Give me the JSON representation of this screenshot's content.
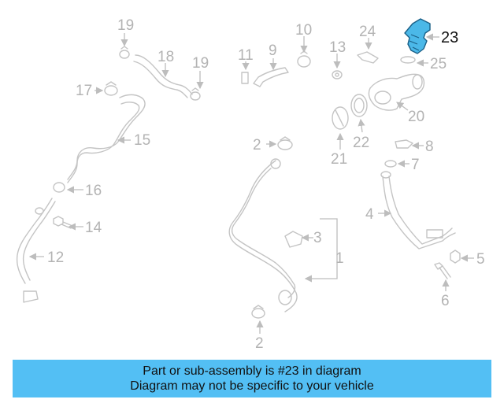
{
  "diagram": {
    "callouts": [
      "19",
      "18",
      "19",
      "17",
      "15",
      "16",
      "14",
      "12",
      "11",
      "9",
      "10",
      "13",
      "24",
      "23",
      "25",
      "20",
      "21",
      "22",
      "8",
      "7",
      "2",
      "3",
      "1",
      "2",
      "4",
      "5",
      "6"
    ],
    "highlighted_part": "23",
    "colors": {
      "highlight_part": "#4bb8e8",
      "banner": "#53bff4",
      "linework": "#c4c4c4"
    }
  },
  "banner": {
    "line1": "Part or sub-assembly is #23 in diagram",
    "line2": "Diagram may not be specific to your vehicle"
  }
}
